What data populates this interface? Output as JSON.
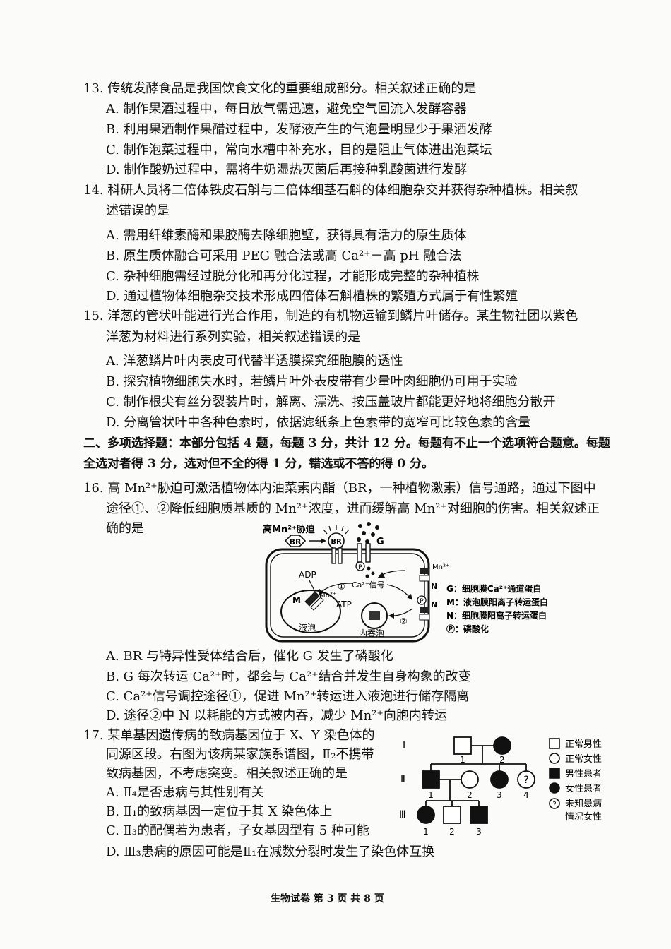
{
  "q13": {
    "stem": "13. 传统发酵食品是我国饮食文化的重要组成部分。相关叙述正确的是",
    "options": [
      "A. 制作果酒过程中，每日放气需迅速，避免空气回流入发酵容器",
      "B. 利用果酒制作果醋过程中，发酵液产生的气泡量明显少于果酒发酵",
      "C. 制作泡菜过程中，常向水槽中补充水，目的是阻止气体进出泡菜坛",
      "D. 制作酸奶过程中，需将牛奶湿热灭菌后再接种乳酸菌进行发酵"
    ]
  },
  "q14": {
    "stem_line1": "14. 科研人员将二倍体铁皮石斛与二倍体细茎石斛的体细胞杂交并获得杂种植株。相关叙",
    "stem_line2": "述错误的是",
    "options": [
      "A. 需用纤维素酶和果胶酶去除细胞壁，获得具有活力的原生质体",
      "B. 原生质体融合可采用 PEG 融合法或高 Ca²⁺－高 pH 融合法",
      "C. 杂种细胞需经过脱分化和再分化过程，才能形成完整的杂种植株",
      "D. 通过植物体细胞杂交技术形成四倍体石斛植株的繁殖方式属于有性繁殖"
    ]
  },
  "q15": {
    "stem_line1": "15. 洋葱的管状叶能进行光合作用，制造的有机物运输到鳞片叶储存。某生物社团以紫色",
    "stem_line2": "洋葱为材料进行系列实验，相关叙述错误的是",
    "options": [
      "A. 洋葱鳞片叶内表皮可代替半透膜探究细胞膜的透性",
      "B. 探究植物细胞失水时，若鳞片叶外表皮带有少量叶肉细胞仍可用于实验",
      "C. 制作根尖有丝分裂装片时，解离、漂洗、按压盖玻片都能更好地将细胞分散开",
      "D. 分离管状叶中各种色素时，依据滤纸条上色素带的宽窄可比较色素的含量"
    ]
  },
  "section2": {
    "line1": "二、多项选择题：本部分包括 4 题，每题 3 分，共计 12 分。每题有不止一个选项符合题意。每题",
    "line2": "全选对者得 3 分，选对但不全的得 1 分，错选或不答的得 0 分。"
  },
  "q16": {
    "stem_line1": "16. 高 Mn²⁺胁迫可激活植物体内油菜素内酯（BR，一种植物激素）信号通路，通过下图中",
    "stem_line2": "途径①、②降低细胞质基质的 Mn²⁺浓度，进而缓解高 Mn²⁺对细胞的伤害。相关叙述正",
    "stem_line3": "确的是",
    "figure": {
      "stress_label": "高Mn²⁺胁迫",
      "br": "BR",
      "g": "G",
      "adp": "ADP",
      "atp": "ATP",
      "m": "M",
      "mn_inner": "Mn²⁺",
      "mn_outer": "Mn²⁺",
      "ca_signal": "Ca²⁺信号",
      "path1": "①",
      "path2": "②",
      "p": "P",
      "n": "N",
      "vacuole": "液泡",
      "endosome": "内吞泡",
      "legend": [
        "G：细胞膜Ca²⁺通道蛋白",
        "M：液泡膜阳离子转运蛋白",
        "N：细胞膜阳离子转运蛋白",
        "Ⓟ：磷酸化"
      ]
    },
    "options": [
      "A. BR 与特异性受体结合后，催化 G 发生了磷酸化",
      "B. G 每次转运 Ca²⁺时，都会与 Ca²⁺结合并发生自身构象的改变",
      "C. Ca²⁺信号调控途径①，促进 Mn²⁺转运进入液泡进行储存隔离",
      "D. 途径②中 N 以耗能的方式被内吞，减少 Mn²⁺向胞内转运"
    ]
  },
  "q17": {
    "stem_line1": "17. 某单基因遗传病的致病基因位于 X、Y 染色体的",
    "stem_line2": "同源区段。右图为该病某家族系谱图，Ⅱ₂不携带",
    "stem_line3": "致病基因，不考虑突变。相关叙述正确的是",
    "options": [
      "A. Ⅱ₄是否患病与其性别有关",
      "B. Ⅱ₁的致病基因一定位于其 X 染色体上",
      "C. Ⅱ₃的配偶若为患者，子女基因型有 5 种可能",
      "D. Ⅲ₃患病的原因可能是Ⅱ₁在减数分裂时发生了染色体互换"
    ],
    "pedigree": {
      "gen1": "Ⅰ",
      "gen2": "Ⅱ",
      "gen3": "Ⅲ",
      "labels_g1": [
        "1",
        "2"
      ],
      "labels_g2": [
        "1",
        "2",
        "3",
        "4"
      ],
      "labels_g3": [
        "1",
        "2",
        "3"
      ],
      "unknown_mark": "?",
      "legend": [
        "正常男性",
        "正常女性",
        "男性患者",
        "女性患者",
        "未知患病",
        "情况女性"
      ]
    }
  },
  "footer": "生物试卷  第 3 页  共 8 页"
}
